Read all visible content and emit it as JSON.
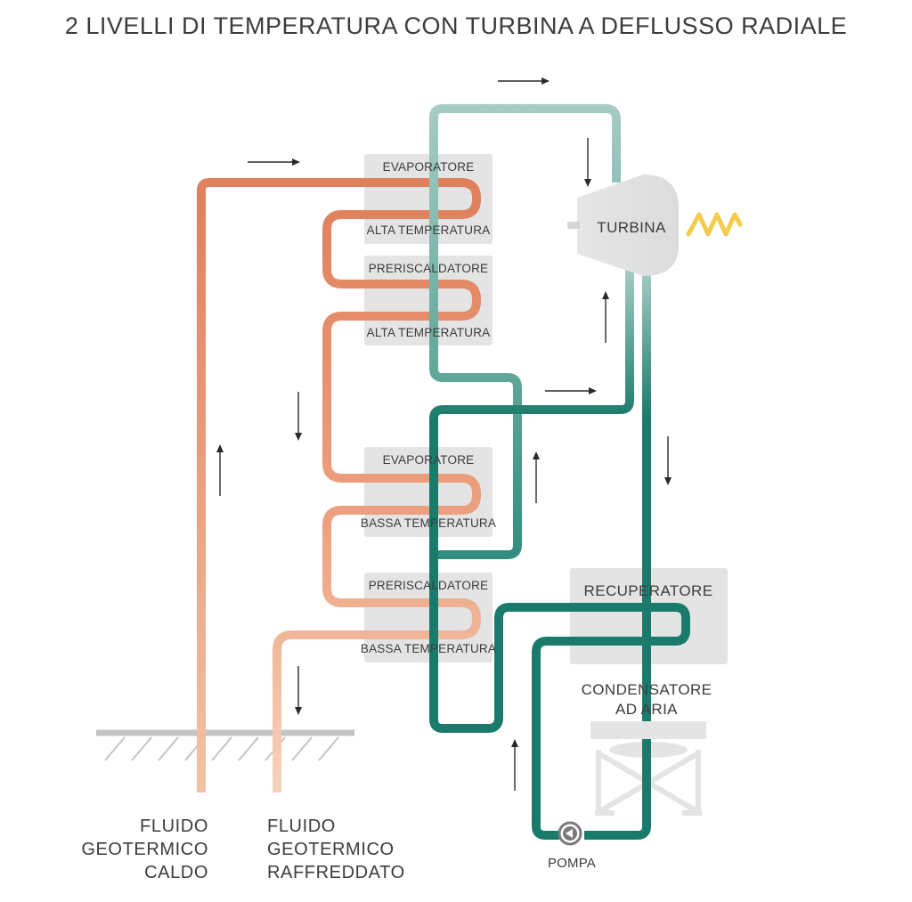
{
  "title": "2 LIVELLI DI TEMPERATURA CON TURBINA A DEFLUSSO RADIALE",
  "components": {
    "evap_high": {
      "line1": "EVAPORATORE",
      "line2": "ALTA TEMPERATURA"
    },
    "preheat_high": {
      "line1": "PRERISCALDATORE",
      "line2": "ALTA TEMPERATURA"
    },
    "evap_low": {
      "line1": "EVAPORATORE",
      "line2": "BASSA TEMPERATURA"
    },
    "preheat_low": {
      "line1": "PRERISCALDATORE",
      "line2": "BASSA TEMPERATURA"
    },
    "turbine": "TURBINA",
    "recuperator": "RECUPERATORE",
    "condenser": {
      "line1": "CONDENSATORE",
      "line2": "AD ARIA"
    },
    "pump": "POMPA"
  },
  "outputs": {
    "hot_fluid": [
      "FLUIDO",
      "GEOTERMICO",
      "CALDO"
    ],
    "cooled_fluid": [
      "FLUIDO",
      "GEOTERMICO",
      "RAFFREDDATO"
    ]
  },
  "colors": {
    "geothermal_hot": "#e07f5b",
    "geothermal_cold": "#f4c8ad",
    "working_light": "#a8cdc4",
    "working_dark": "#1a7b6c",
    "generator": "#f2cc4a",
    "component_fill": "#e4e4e4",
    "ground": "#c4c4c4"
  },
  "icons": [
    "generator-zigzag-icon",
    "pump-icon",
    "fan-icon",
    "ground-icon",
    "flow-arrow-icon"
  ]
}
